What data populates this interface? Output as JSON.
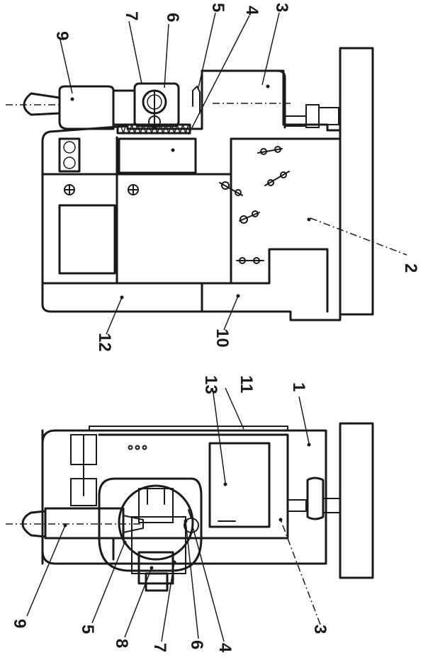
{
  "figure": {
    "upper_view": {
      "labels": {
        "l9": "9",
        "l7": "7",
        "l6": "6",
        "l5": "5",
        "l4": "4",
        "l3": "3",
        "l2": "2",
        "l12": "12",
        "l10": "10"
      }
    },
    "lower_view": {
      "labels": {
        "l13": "13",
        "l11": "11",
        "l1": "1",
        "l9": "9",
        "l5": "5",
        "l8": "8",
        "l7": "7",
        "l6": "6",
        "l4": "4",
        "l3": "3"
      }
    }
  },
  "colors": {
    "ink": "#1a1a1a",
    "paper": "#ffffff"
  }
}
